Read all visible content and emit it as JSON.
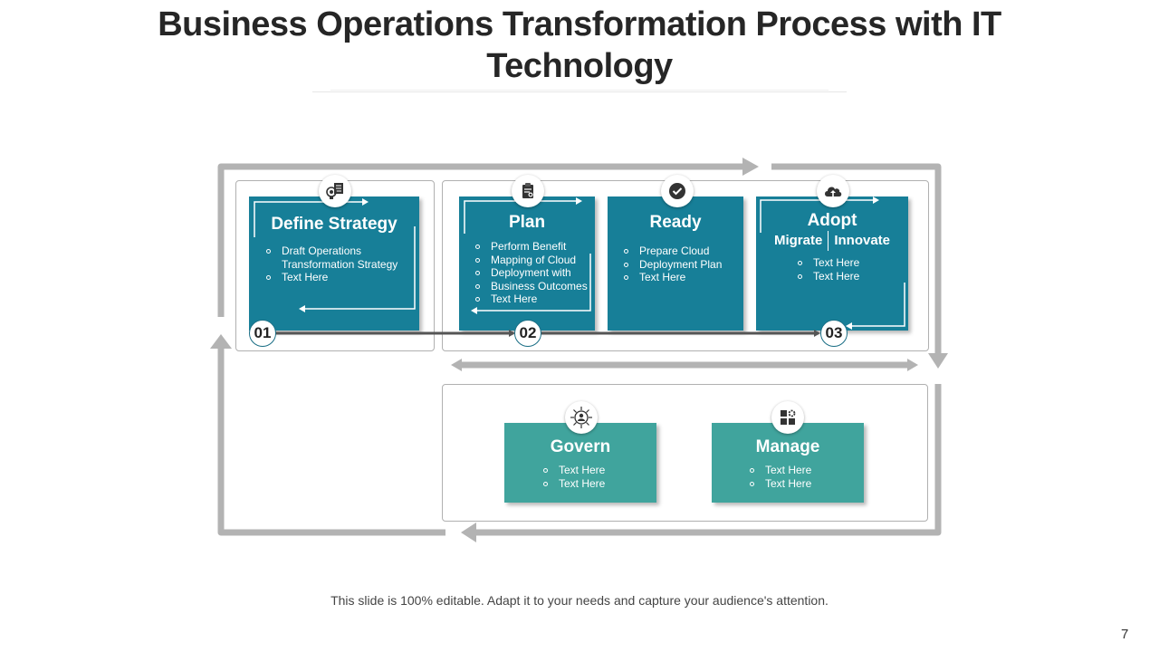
{
  "title": "Business Operations Transformation Process with IT Technology",
  "footer": "This slide is 100% editable. Adapt it to your needs and capture your audience's attention.",
  "page_number": "7",
  "colors": {
    "teal": "#177f98",
    "green": "#40a49d",
    "arrow_gray": "#b3b3b3",
    "frame_gray": "#b0b0b0"
  },
  "steps": {
    "define": {
      "title": "Define Strategy",
      "icon": "lightbulb-document-icon",
      "bullets": [
        "Draft Operations Transformation Strategy",
        "Text Here"
      ]
    },
    "plan": {
      "title": "Plan",
      "icon": "clipboard-plan-icon",
      "bullets": [
        "Perform Benefit",
        "Mapping of Cloud",
        "Deployment with",
        "Business Outcomes",
        "Text Here"
      ]
    },
    "ready": {
      "title": "Ready",
      "icon": "check-circle-icon",
      "bullets": [
        "Prepare Cloud",
        "Deployment Plan",
        "Text Here"
      ]
    },
    "adopt": {
      "title": "Adopt",
      "icon": "cloud-upload-icon",
      "sub_left": "Migrate",
      "sub_right": "Innovate",
      "bullets": [
        "Text Here",
        "Text Here"
      ]
    },
    "govern": {
      "title": "Govern",
      "icon": "people-network-icon",
      "bullets": [
        "Text Here",
        "Text Here"
      ]
    },
    "manage": {
      "title": "Manage",
      "icon": "widgets-gear-icon",
      "bullets": [
        "Text Here",
        "Text Here"
      ]
    }
  },
  "numbers": [
    "01",
    "02",
    "03"
  ]
}
